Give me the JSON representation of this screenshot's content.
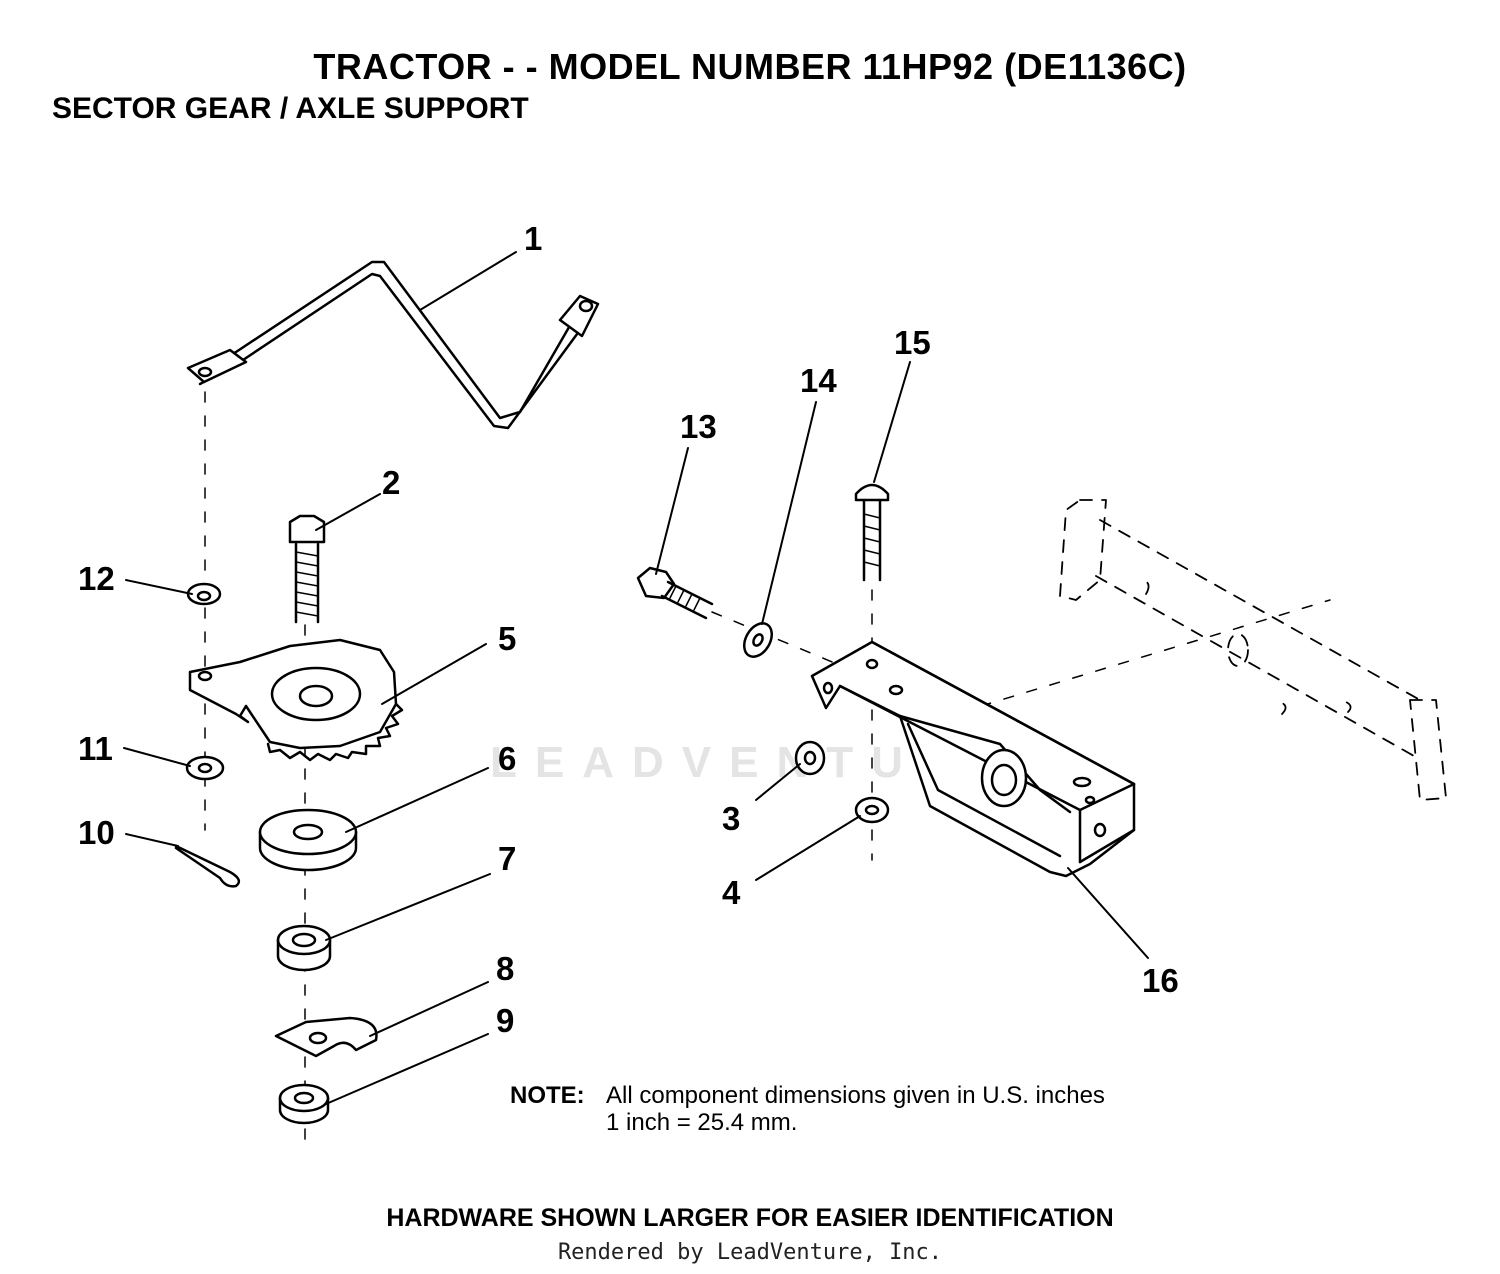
{
  "header": {
    "title": "TRACTOR - - MODEL NUMBER 11HP92 (DE1136C)",
    "subtitle": "SECTOR GEAR / AXLE SUPPORT"
  },
  "watermark": "LEADVENTURE",
  "callouts": [
    "1",
    "2",
    "3",
    "4",
    "5",
    "6",
    "7",
    "8",
    "9",
    "10",
    "11",
    "12",
    "13",
    "14",
    "15",
    "16"
  ],
  "note": {
    "label": "NOTE:",
    "line1": "All component dimensions given in U.S. inches",
    "line2": "1 inch = 25.4 mm."
  },
  "footer": "HARDWARE SHOWN LARGER FOR EASIER IDENTIFICATION",
  "credit": "Rendered by LeadVenture, Inc.",
  "colors": {
    "line": "#000000",
    "watermark": "#e4e4e4"
  }
}
